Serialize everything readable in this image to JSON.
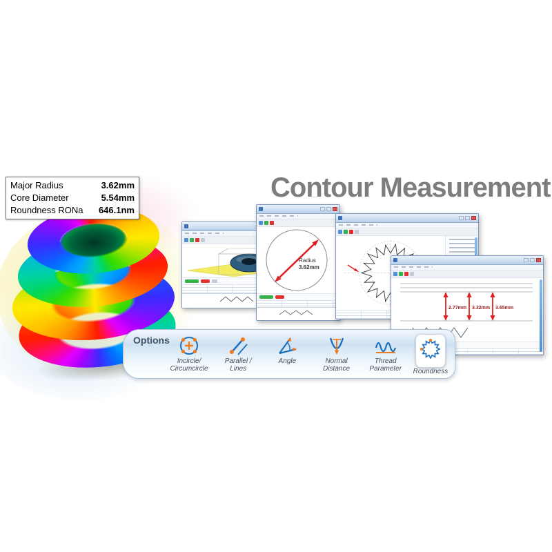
{
  "page": {
    "title": "Contour Measurement"
  },
  "measurement_panel": {
    "rows": [
      {
        "label": "Major Radius",
        "value": "3.62mm"
      },
      {
        "label": "Core Diameter",
        "value": "5.54mm"
      },
      {
        "label": "Roundness RONa",
        "value": "646.1nm"
      }
    ]
  },
  "windows": {
    "radius": {
      "label": "Radius",
      "value": "3.62mm"
    },
    "thread": {
      "distances": [
        "2.77mm",
        "3.32mm",
        "3.65mm"
      ]
    }
  },
  "options": {
    "heading": "Options",
    "items": [
      {
        "id": "incircle-circumcircle",
        "line1": "Incircle/",
        "line2": "Circumcircle"
      },
      {
        "id": "parallel-lines",
        "line1": "Parallel /",
        "line2": "Lines"
      },
      {
        "id": "angle",
        "line1": "Angle",
        "line2": ""
      },
      {
        "id": "normal-distance",
        "line1": "Normal",
        "line2": "Distance"
      },
      {
        "id": "thread-parameter",
        "line1": "Thread",
        "line2": "Parameter"
      },
      {
        "id": "roundness",
        "line1": "Roundness",
        "line2": ""
      }
    ]
  },
  "colors": {
    "accent_blue": "#1b6fc0",
    "accent_orange": "#f07a1e",
    "arrow_red": "#e02020",
    "title_gray": "#7d7d80",
    "pass_green": "#35b24a",
    "fail_red": "#e03030"
  }
}
